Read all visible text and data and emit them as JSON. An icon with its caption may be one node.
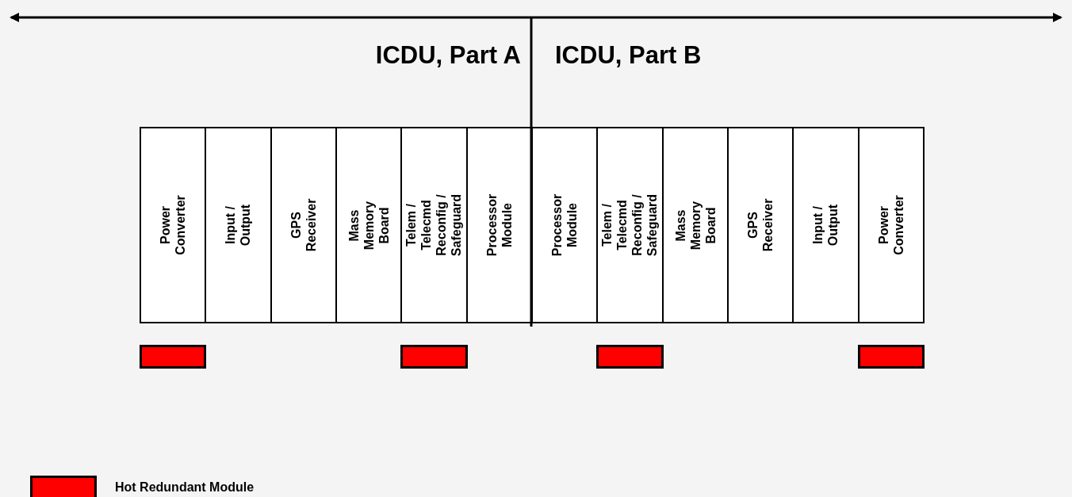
{
  "diagram": {
    "nodes": [
      {
        "text": [
          "Power Converter"
        ]
      },
      {
        "text": [
          "Input / Output"
        ]
      },
      {
        "text": [
          "GPS Receiver"
        ]
      },
      {
        "text": [
          "Mass Memory Board"
        ]
      },
      {
        "text": [
          "Telem / Telecmd Reconfig / Safeguard"
        ]
      },
      {
        "text": [
          "Processor Module"
        ]
      },
      {
        "text": [
          "Processor Module"
        ]
      },
      {
        "text": [
          "Telem / Telecmd Reconfig / Safeguard"
        ]
      },
      {
        "text": [
          "Mass Memory Board"
        ]
      },
      {
        "text": [
          "GPS Receiver"
        ]
      },
      {
        "text": [
          "Input / Output"
        ]
      },
      {
        "text": [
          "Power Converter"
        ]
      },
      {
        "text": [],
        "shape": "bar"
      },
      {
        "text": [],
        "shape": "bar"
      },
      {
        "text": [],
        "shape": "bar"
      },
      {
        "text": [],
        "shape": "bar"
      }
    ],
    "edges": [],
    "labels": [
      "ICDU, Part A",
      "ICDU, Part B"
    ],
    "legend": [
      {
        "text": "Hot Redundant Module",
        "color": "#ff0000"
      }
    ]
  }
}
